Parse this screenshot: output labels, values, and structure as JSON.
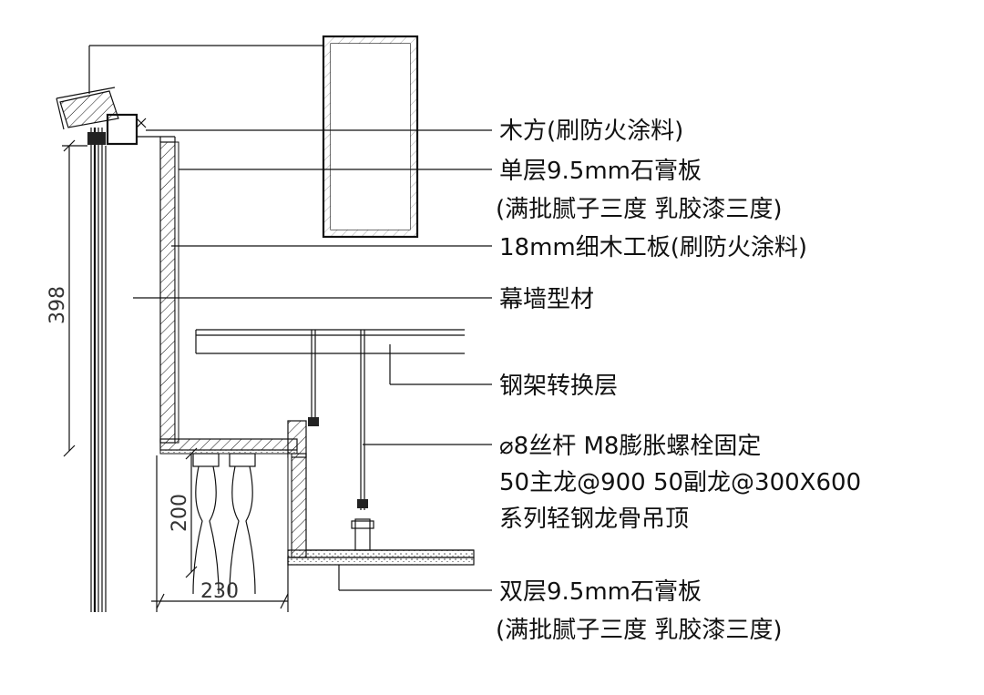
{
  "labels": {
    "wood_batten": "木方(刷防火涂料)",
    "single_gypsum_line1": "单层9.5mm石膏板",
    "single_gypsum_line2": "(满批腻子三度  乳胶漆三度)",
    "plywood": "18mm细木工板(刷防火涂料)",
    "curtain_profile": "幕墙型材",
    "steel_transfer": "钢架转换层",
    "rod_line1": "⌀8丝杆  M8膨胀螺栓固定",
    "rod_line2": "50主龙@900    50副龙@300X600",
    "rod_line3": "系列轻钢龙骨吊顶",
    "double_gypsum_line1": "双层9.5mm石膏板",
    "double_gypsum_line2": "(满批腻子三度  乳胶漆三度)"
  },
  "dimensions": {
    "height_398": "398",
    "height_200": "200",
    "width_230": "230"
  },
  "colors": {
    "line": "#111111",
    "background": "#ffffff"
  }
}
